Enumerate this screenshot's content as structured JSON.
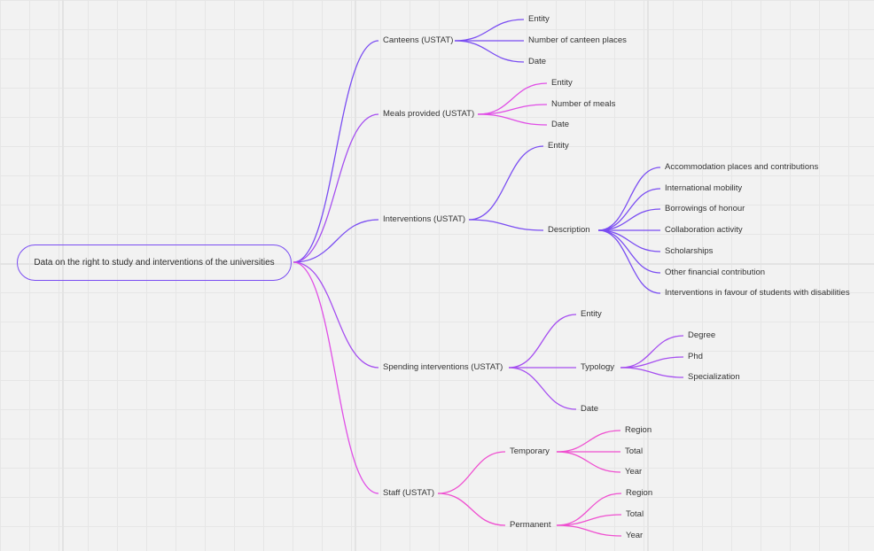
{
  "colors": {
    "violet": "#7a4df2",
    "purple": "#a54ef0",
    "magenta": "#e04ee6",
    "pink": "#ef4fd0"
  },
  "mindmap": {
    "root": "Data on the right to study and interventions of the universities",
    "canteens": {
      "label": "Canteens (USTAT)",
      "children": [
        "Entity",
        "Number of canteen places",
        "Date"
      ]
    },
    "meals": {
      "label": "Meals provided (USTAT)",
      "children": [
        "Entity",
        "Number of meals",
        "Date"
      ]
    },
    "interventions": {
      "label": "Interventions (USTAT)",
      "entity": "Entity",
      "description": {
        "label": "Description",
        "children": [
          "Accommodation places and contributions",
          "International mobility",
          "Borrowings of honour",
          "Collaboration activity",
          "Scholarships",
          "Other financial contribution",
          "Interventions in favour of students with disabilities"
        ]
      }
    },
    "spending": {
      "label": "Spending interventions (USTAT)",
      "entity": "Entity",
      "typology": {
        "label": "Typology",
        "children": [
          "Degree",
          "Phd",
          "Specialization"
        ]
      },
      "date": "Date"
    },
    "staff": {
      "label": "Staff (USTAT)",
      "temporary": {
        "label": "Temporary",
        "children": [
          "Region",
          "Total",
          "Year"
        ]
      },
      "permanent": {
        "label": "Permanent",
        "children": [
          "Region",
          "Total",
          "Year"
        ]
      }
    }
  }
}
